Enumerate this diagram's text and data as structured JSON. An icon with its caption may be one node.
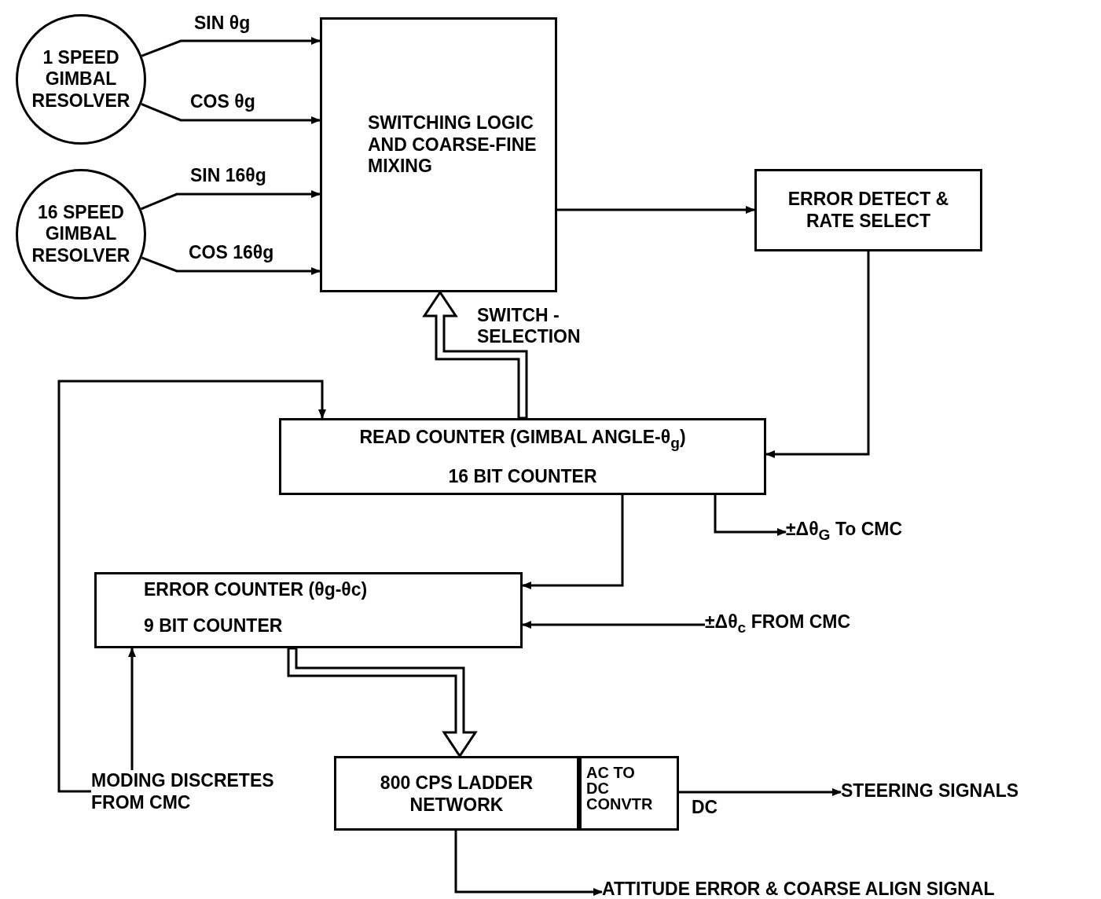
{
  "diagram": {
    "nodes": [
      {
        "text": [
          "1 SPEED GIMBAL RESOLVER"
        ]
      },
      {
        "text": [
          "16 SPEED GIMBAL RESOLVER"
        ]
      },
      {
        "text": [
          "SWITCHING LOGIC AND COARSE-FINE MIXING"
        ]
      },
      {
        "text": [
          "ERROR DETECT & RATE SELECT"
        ]
      },
      {
        "text": [
          "READ COUNTER (GIMBAL ANGLE-θ$_{g}$)",
          "16 BIT COUNTER"
        ]
      },
      {
        "text": [
          "±Δθ$_{G}$ To CMC"
        ]
      },
      {
        "text": [
          "ERROR COUNTER (θg-θc)",
          "9 BIT COUNTER"
        ]
      },
      {
        "text": [
          "±Δθ$_{c}$ FROM CMC"
        ]
      },
      {
        "text": [
          "MODING DISCRETES FROM CMC"
        ]
      },
      {
        "text": [
          "800 CPS LADDER NETWORK"
        ]
      },
      {
        "text": [
          "AC TO DC CONVTR"
        ]
      },
      {
        "text": [
          "STEERING SIGNALS"
        ]
      },
      {
        "text": [
          "ATTITUDE ERROR & COARSE ALIGN SIGNAL"
        ]
      }
    ],
    "edges": [
      {
        "from": 0,
        "to": 2,
        "arrow": "to",
        "label": "SIN θg"
      },
      {
        "from": 0,
        "to": 2,
        "arrow": "to",
        "label": "COS θg"
      },
      {
        "from": 1,
        "to": 2,
        "arrow": "to",
        "label": "SIN 16θg"
      },
      {
        "from": 1,
        "to": 2,
        "arrow": "to",
        "label": "COS 16θg"
      },
      {
        "from": 2,
        "to": 3,
        "arrow": "to"
      },
      {
        "from": 3,
        "to": 4,
        "arrow": "to"
      },
      {
        "from": 4,
        "to": 2,
        "arrow": "to",
        "label": "SWITCH -SELECTION",
        "style": "thick"
      },
      {
        "from": 4,
        "to": 5,
        "arrow": "to"
      },
      {
        "from": 4,
        "to": 6,
        "arrow": "to"
      },
      {
        "from": 7,
        "to": 6,
        "arrow": "to"
      },
      {
        "from": 8,
        "to": 4,
        "arrow": "to"
      },
      {
        "from": 8,
        "to": 6,
        "arrow": "to"
      },
      {
        "from": 6,
        "to": 9,
        "arrow": "to",
        "style": "thick"
      },
      {
        "from": 10,
        "to": 11,
        "arrow": "to",
        "label": "DC"
      },
      {
        "from": 9,
        "to": 12,
        "arrow": "to"
      }
    ]
  }
}
